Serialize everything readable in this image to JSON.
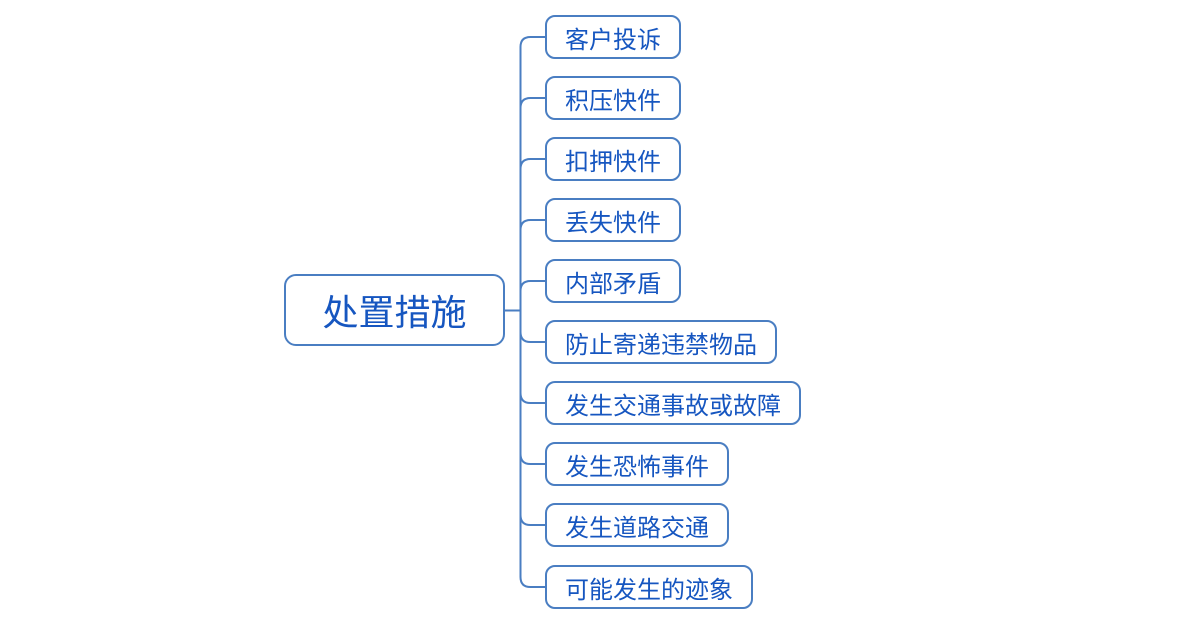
{
  "colors": {
    "bg": "#ffffff",
    "line": "#4a7ec2",
    "border": "#4a7ec2",
    "text": "#1656c0"
  },
  "mindmap": {
    "root": {
      "label": "处置措施"
    },
    "children": [
      {
        "label": "客户投诉"
      },
      {
        "label": "积压快件"
      },
      {
        "label": "扣押快件"
      },
      {
        "label": "丢失快件"
      },
      {
        "label": "内部矛盾"
      },
      {
        "label": "防止寄递违禁物品"
      },
      {
        "label": "发生交通事故或故障"
      },
      {
        "label": "发生恐怖事件"
      },
      {
        "label": "发生道路交通"
      },
      {
        "label": "可能发生的迹象"
      }
    ]
  }
}
